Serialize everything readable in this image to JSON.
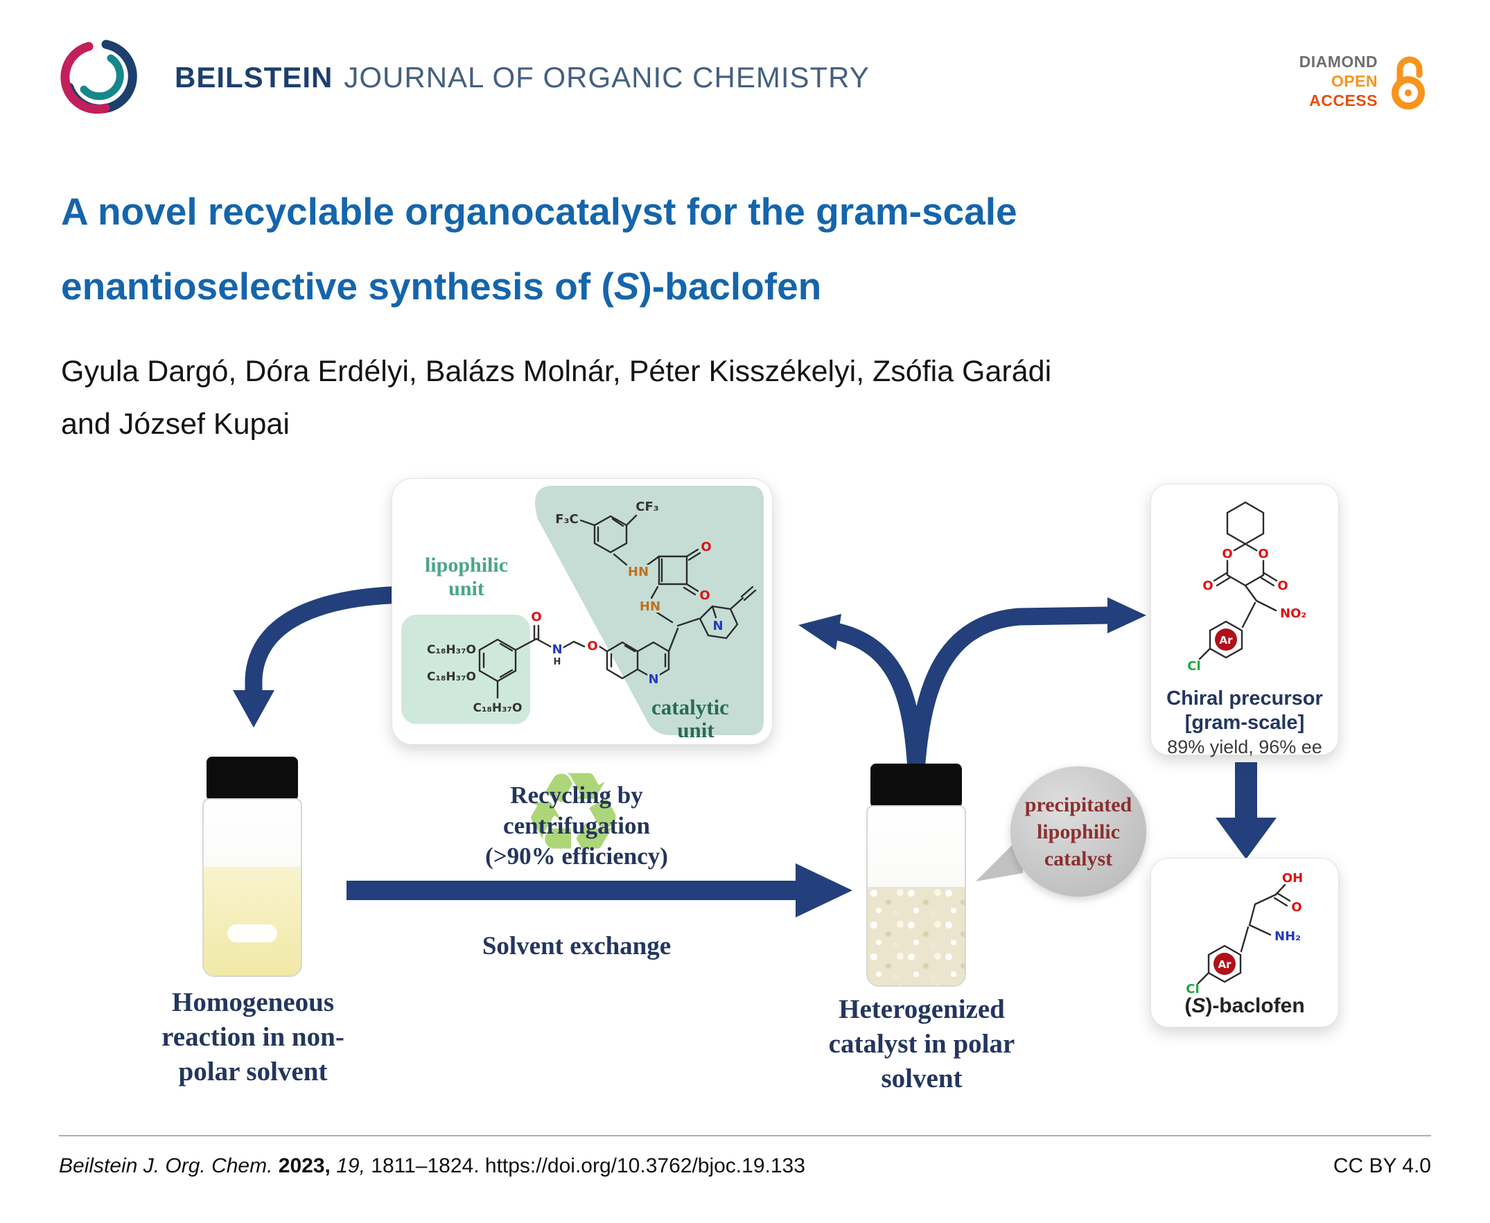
{
  "colors": {
    "title_blue": "#1565ab",
    "brand_navy": "#1d3f6e",
    "arrow_navy": "#23407c",
    "serif_navy": "#24365e",
    "recycle_green": "#8bc53f",
    "oa_orange": "#f7941e",
    "oa_red": "#e84e0f",
    "teal_highlight": "#c5ddd5",
    "mint_highlight": "#cfe8dc",
    "callout_red": "#8c2f2f",
    "liquid_yellow": "#f1e9a6"
  },
  "header": {
    "brand_bold": "BEILSTEIN",
    "brand_rest": "JOURNAL OF ORGANIC CHEMISTRY",
    "oa_badge": {
      "diamond": "DIAMOND",
      "open": "OPEN",
      "access": "ACCESS"
    }
  },
  "title": {
    "line1": "A novel recyclable organocatalyst for the gram-scale",
    "line2_pre": "enantioselective synthesis of (",
    "line2_italic": "S",
    "line2_post": ")-baclofen"
  },
  "authors": {
    "line1": "Gyula Dargó, Dóra Erdélyi, Balázs Molnár, Péter Kisszékelyi, Zsófia Garádi",
    "line2": "and József Kupai"
  },
  "diagram": {
    "molecule": {
      "lipophilic_label_1": "lipophilic",
      "lipophilic_label_2": "unit",
      "catalytic_label_1": "catalytic",
      "catalytic_label_2": "unit",
      "cf3": "CF₃",
      "f3c": "F₃C",
      "c18": "C₁₈H₃₇O",
      "o": "O",
      "hn": "HN",
      "n": "N",
      "h": "H"
    },
    "recycle_symbol": "♻",
    "recycling": {
      "line1": "Recycling by",
      "line2": "centrifugation",
      "line3": "(>90% efficiency)"
    },
    "solvent_exchange": "Solvent exchange",
    "left_vial_caption": {
      "line1": "Homogeneous",
      "line2": "reaction in non-",
      "line3": "polar solvent"
    },
    "right_vial_caption": {
      "line1": "Heterogenized",
      "line2": "catalyst in polar",
      "line3": "solvent"
    },
    "callout": {
      "line1": "precipitated",
      "line2": "lipophilic",
      "line3": "catalyst"
    },
    "chiral_box": {
      "o": "O",
      "no2": "NO₂",
      "cl": "Cl",
      "ar": "Ar",
      "caption1": "Chiral precursor",
      "caption2": "[gram-scale]",
      "caption3": "89% yield, 96% ee"
    },
    "baclofen_box": {
      "oh": "OH",
      "o": "O",
      "nh2": "NH₂",
      "cl": "Cl",
      "ar": "Ar",
      "caption_pre": "(",
      "caption_italic": "S",
      "caption_post": ")-baclofen"
    }
  },
  "footer": {
    "journal": "Beilstein J. Org. Chem.",
    "year": "2023,",
    "volume": "19,",
    "pages": "1811–1824.",
    "doi": "https://doi.org/10.3762/bjoc.19.133",
    "license": "CC BY 4.0"
  }
}
